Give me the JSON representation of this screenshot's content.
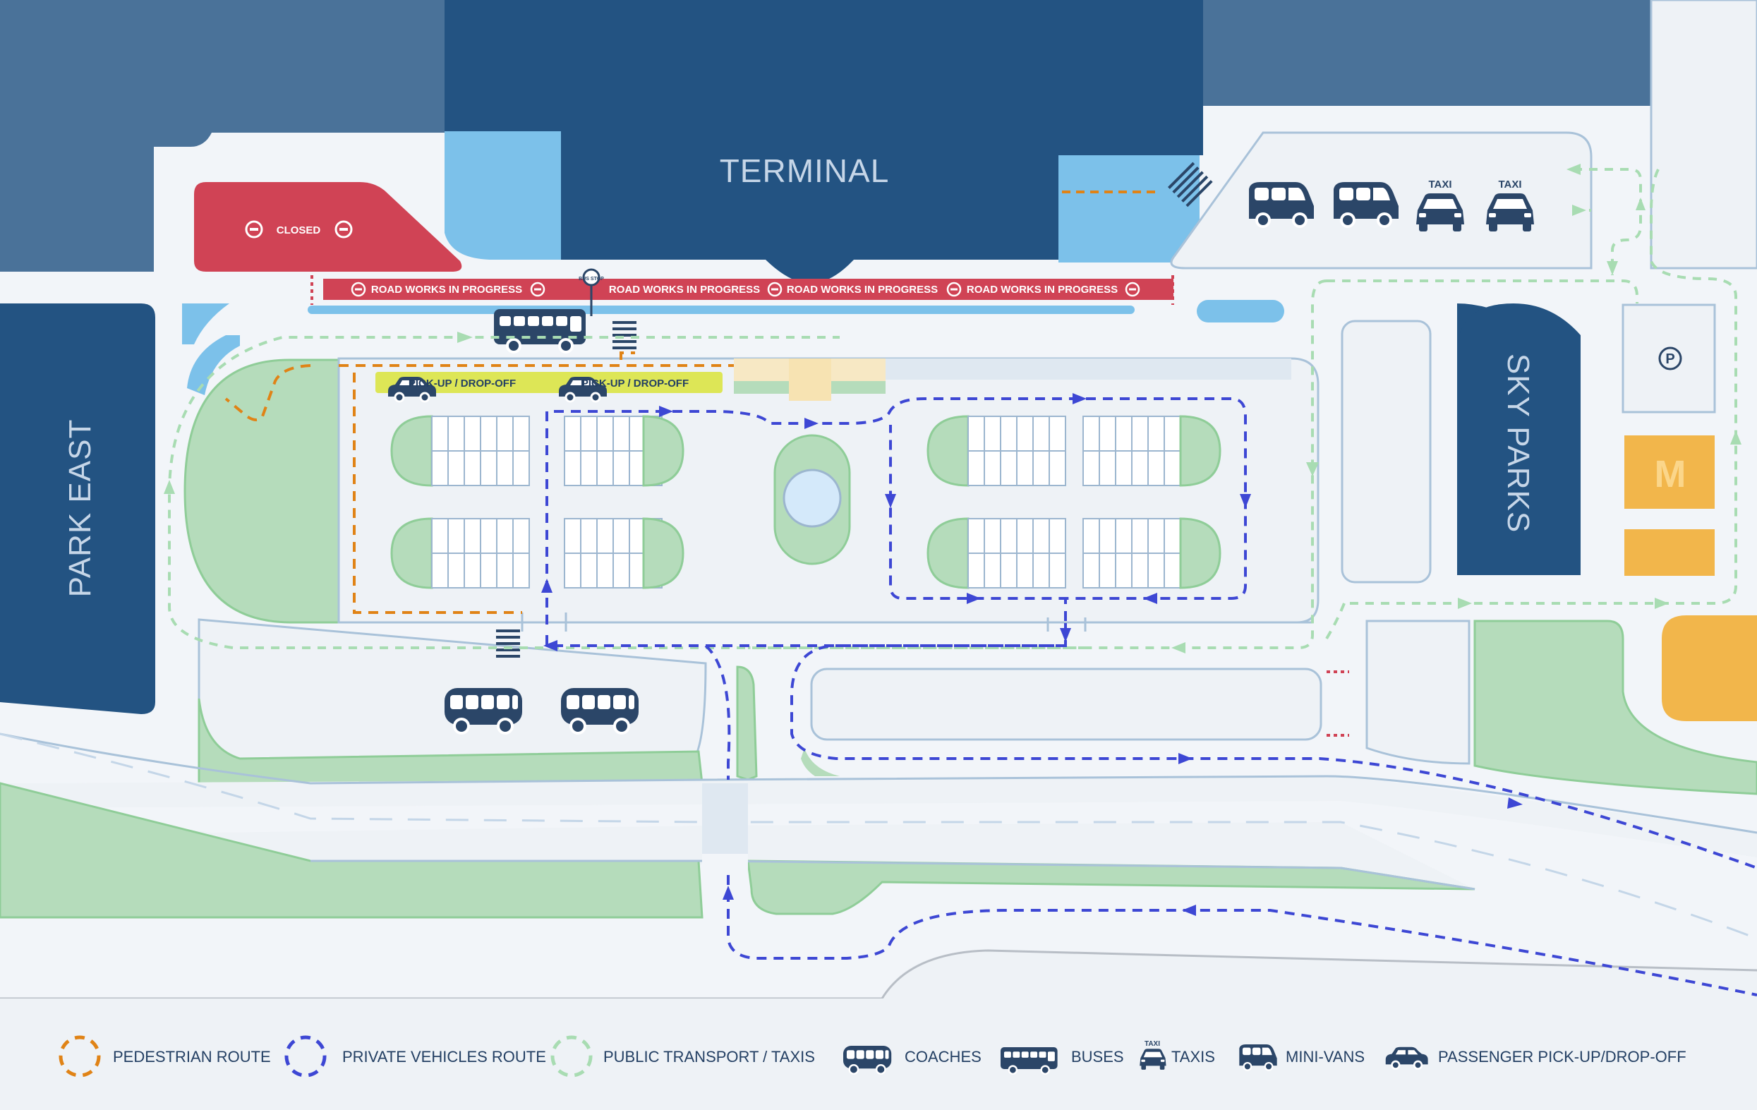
{
  "map": {
    "terminal_label": "TERMINAL",
    "park_east_label": "PARK EAST",
    "sky_parks_label": "SKY PARKS",
    "closed_label": "CLOSED",
    "road_works": [
      "ROAD WORKS IN PROGRESS",
      "ROAD WORKS IN PROGRESS",
      "ROAD WORKS IN PROGRESS",
      "ROAD WORKS IN PROGRESS"
    ],
    "pickup_labels": [
      "PICK-UP / DROP-OFF",
      "PICK-UP / DROP-OFF"
    ],
    "bus_stop_sign": "BUS STOP",
    "taxi_sign": "TAXI",
    "parking_symbol": "P",
    "restaurant_symbol": "M"
  },
  "legend": {
    "items": [
      {
        "label": "PEDESTRIAN ROUTE",
        "icon": "dashed-circle-icon",
        "color": "#e08316"
      },
      {
        "label": "PRIVATE VEHICLES ROUTE",
        "icon": "dashed-circle-icon",
        "color": "#3d47d4"
      },
      {
        "label": "PUBLIC TRANSPORT / TAXIS",
        "icon": "dashed-circle-icon",
        "color": "#a8dcb2"
      },
      {
        "label": "COACHES",
        "icon": "coach-icon",
        "color": "#2b4668"
      },
      {
        "label": "BUSES",
        "icon": "bus-icon",
        "color": "#2b4668"
      },
      {
        "label": "TAXIS",
        "icon": "taxi-icon",
        "color": "#2b4668"
      },
      {
        "label": "MINI-VANS",
        "icon": "minivan-icon",
        "color": "#2b4668"
      },
      {
        "label": "PASSENGER PICK-UP/DROP-OFF",
        "icon": "car-icon",
        "color": "#2b4668"
      }
    ]
  },
  "colors": {
    "building_dark": "#235382",
    "building_mid": "#4a7299",
    "water": "#7cc1ea",
    "road": "#f2f5f9",
    "green": "#b5dcbb",
    "closed_red": "#d04355",
    "pickup_yellow": "#dde656",
    "restaurant": "#f2b64b",
    "pedestrian": "#e08316",
    "private": "#3d47d4",
    "public": "#a8dcb2",
    "icon": "#2b4668"
  }
}
